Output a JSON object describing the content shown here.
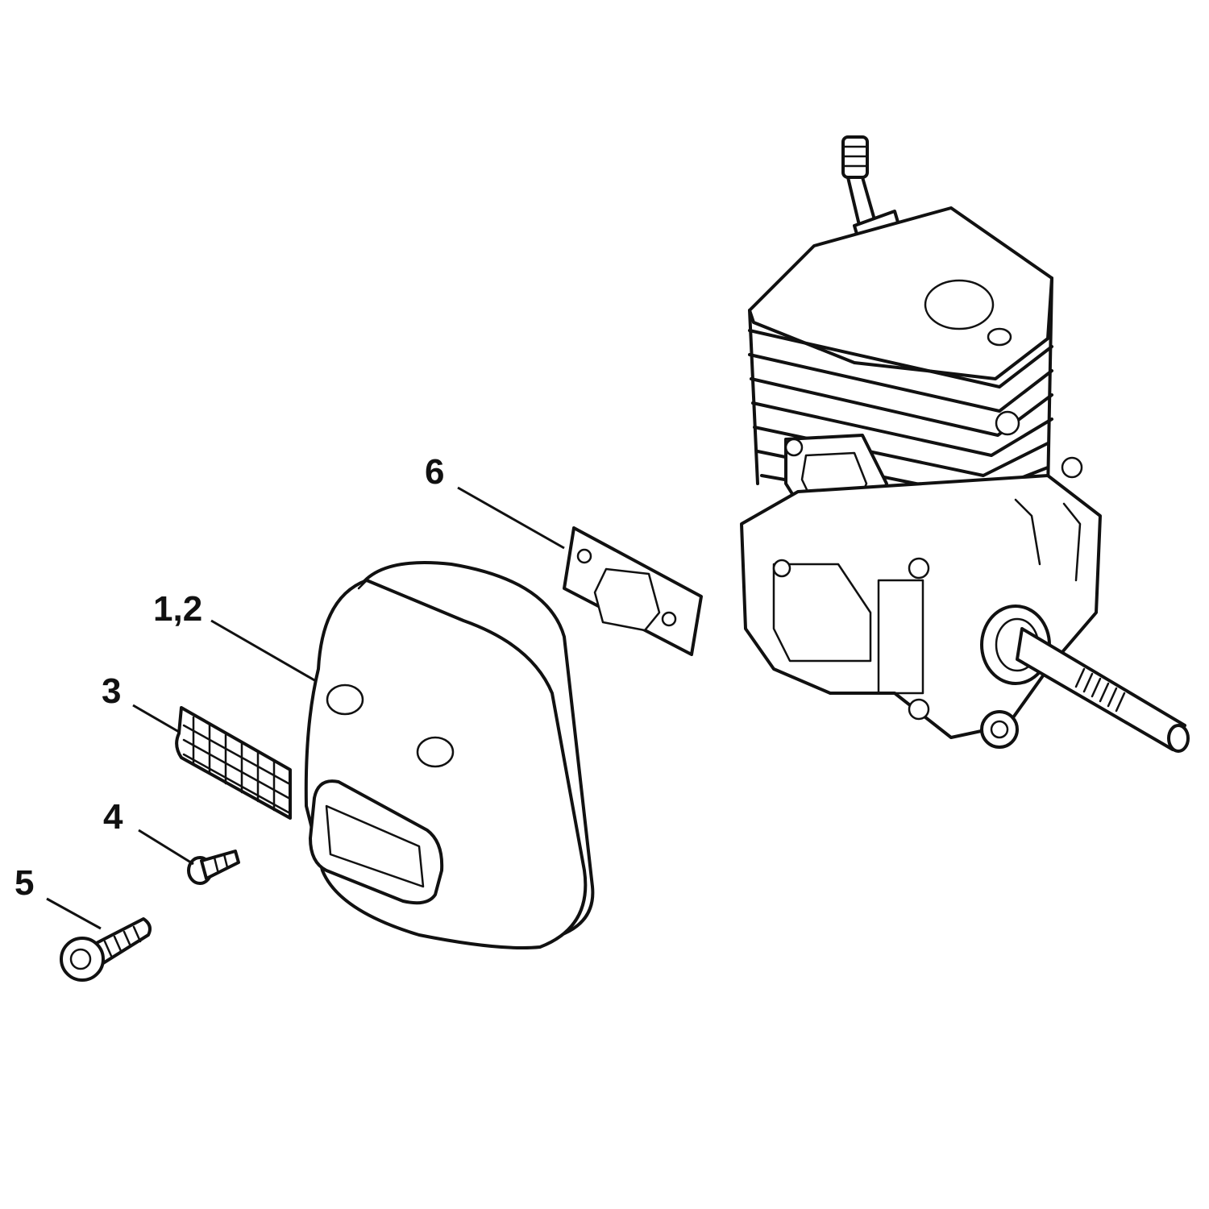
{
  "parts": [
    {
      "name": "muffler",
      "label": "1,2"
    },
    {
      "name": "spark-arresting-screen",
      "label": "3"
    },
    {
      "name": "self-tapping-screw",
      "label": "4"
    },
    {
      "name": "socket-head-screw",
      "label": "5"
    },
    {
      "name": "gasket",
      "label": "6"
    }
  ],
  "colors": {
    "line": "#111111",
    "background": "#ffffff"
  }
}
